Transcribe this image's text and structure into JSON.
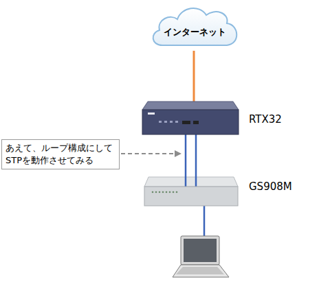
{
  "diagram": {
    "nodes": [
      {
        "text": [
          "インターネット"
        ]
      },
      {
        "text": [
          "RTX32"
        ]
      },
      {
        "text": [
          "あえて、ループ構成にして STPを動作させてみる"
        ]
      },
      {
        "text": [
          "GS908M"
        ]
      }
    ],
    "edges": [
      {
        "from": 0,
        "to": 1,
        "arrow": "none"
      },
      {
        "from": 1,
        "to": 3,
        "arrow": "none"
      },
      {
        "from": 1,
        "to": 3,
        "arrow": "none"
      }
    ]
  }
}
